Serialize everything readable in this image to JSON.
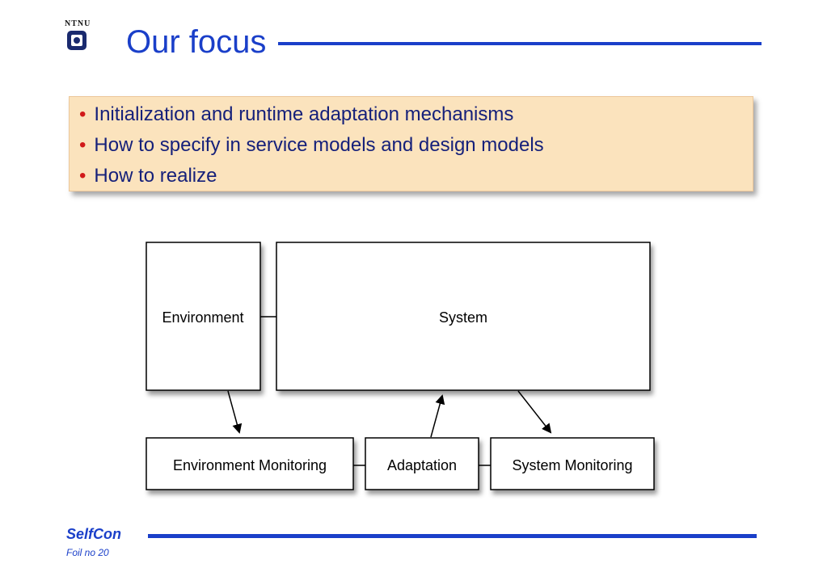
{
  "header": {
    "logo_text": "NTNU",
    "title": "Our focus"
  },
  "bullets": [
    "Initialization and runtime adaptation mechanisms",
    "How to specify in service models and design models",
    "How to realize"
  ],
  "diagram": {
    "environment": "Environment",
    "system": "System",
    "environment_monitoring": "Environment Monitoring",
    "adaptation": "Adaptation",
    "system_monitoring": "System Monitoring"
  },
  "footer": {
    "title": "SelfCon",
    "subtitle": "Foil no 20"
  },
  "colors": {
    "accent": "#1a3fc9",
    "bullet_box": "#fbe3bd",
    "bullet_dot": "#d11a1a"
  }
}
